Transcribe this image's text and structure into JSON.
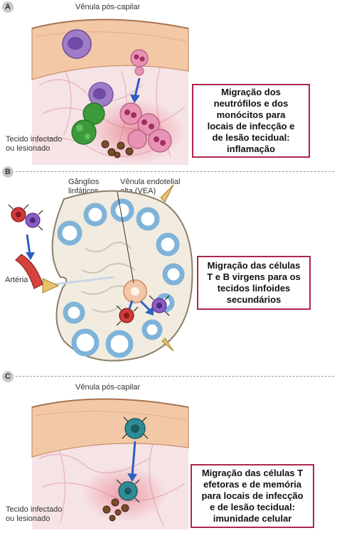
{
  "panels": [
    {
      "id": "A",
      "top_label": "Vênula pós-capilar",
      "tissue_label": [
        "Tecido infectado",
        "ou lesionado"
      ],
      "caption": [
        "Migração dos",
        "neutrófilos e dos",
        "monócitos para",
        "locais de infecção e",
        "de lesão tecidual:",
        "inflamação"
      ]
    },
    {
      "id": "B",
      "node_label": [
        "Gânglios",
        "linfáticos"
      ],
      "hev_label": [
        "Vênula endotelial",
        "alta (VEA)"
      ],
      "artery_label": "Artéria",
      "caption": [
        "Migração das células",
        "T e B virgens para os",
        "tecidos linfoides",
        "secundários"
      ]
    },
    {
      "id": "C",
      "top_label": "Vênula pós-capilar",
      "tissue_label": [
        "Tecido infectado",
        "ou lesionado"
      ],
      "caption": [
        "Migração das células T",
        "efetoras e de memória",
        "para locais de infecção",
        "e de lesão tecidual:",
        "imunidade celular"
      ]
    }
  ],
  "colors": {
    "frame": "#b0264a",
    "vessel": "#f2c8a6",
    "tissue": "#f6e3e6",
    "neutrophil": "#e893b4",
    "monocyte": "#a07cc6",
    "green_cell": "#3d9a3a",
    "t_cell": "#2f8c94",
    "arrow": "#2c5fc1",
    "node": "#f1ecdf",
    "follicle": "#7fb3d9"
  }
}
